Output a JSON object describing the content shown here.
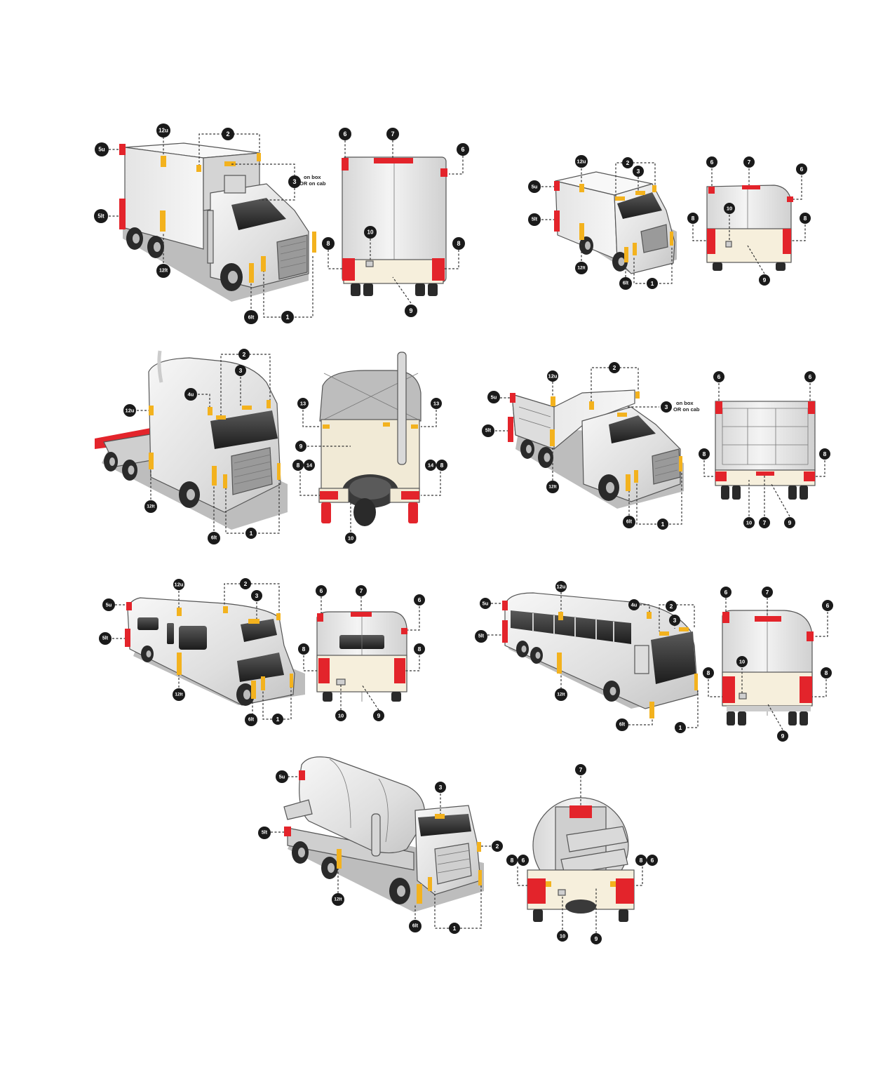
{
  "colors": {
    "red_reflector": "#e3242b",
    "amber_reflector": "#f3b21e",
    "badge": "#1a1a1a",
    "body_light": "#ececec",
    "body_shade": "#c9c9c9",
    "shadow": "#b8b8b8",
    "bumper_cream": "#f6efdc"
  },
  "figures": [
    {
      "id": "box-truck",
      "side_labels": [
        "5u",
        "5lt",
        "12u",
        "12lt",
        "2",
        "3",
        "6lt",
        "1"
      ],
      "side_note": [
        "on box",
        "OR on cab"
      ],
      "rear_labels": [
        "6",
        "7",
        "6",
        "10",
        "8",
        "8",
        "9"
      ]
    },
    {
      "id": "step-van",
      "side_labels": [
        "5u",
        "5lt",
        "12u",
        "12lt",
        "2",
        "3",
        "6lt",
        "1"
      ],
      "rear_labels": [
        "6",
        "7",
        "6",
        "10",
        "8",
        "8",
        "9"
      ]
    },
    {
      "id": "tractor",
      "side_labels": [
        "4u",
        "12u",
        "12lt",
        "2",
        "3",
        "6lt",
        "1"
      ],
      "rear_labels": [
        "13",
        "13",
        "9",
        "8",
        "14",
        "14",
        "8",
        "10"
      ]
    },
    {
      "id": "dump-truck",
      "side_labels": [
        "5u",
        "5lt",
        "12u",
        "12lt",
        "2",
        "3",
        "6lt",
        "1"
      ],
      "side_note": [
        "on box",
        "OR on cab"
      ],
      "rear_labels": [
        "6",
        "6",
        "8",
        "8",
        "10",
        "7",
        "9"
      ]
    },
    {
      "id": "motorhome",
      "side_labels": [
        "5u",
        "5lt",
        "12u",
        "12lt",
        "2",
        "3",
        "6lt",
        "1"
      ],
      "rear_labels": [
        "6",
        "7",
        "6",
        "8",
        "8",
        "10",
        "9"
      ]
    },
    {
      "id": "bus",
      "side_labels": [
        "5u",
        "5lt",
        "12u",
        "12lt",
        "4u",
        "2",
        "3",
        "6lt",
        "1"
      ],
      "rear_labels": [
        "6",
        "7",
        "6",
        "10",
        "8",
        "8",
        "9"
      ]
    },
    {
      "id": "mixer",
      "side_labels": [
        "5u",
        "5lt",
        "12lt",
        "3",
        "2",
        "6lt",
        "1"
      ],
      "rear_labels": [
        "7",
        "8",
        "6",
        "8",
        "6",
        "10",
        "9"
      ]
    }
  ]
}
